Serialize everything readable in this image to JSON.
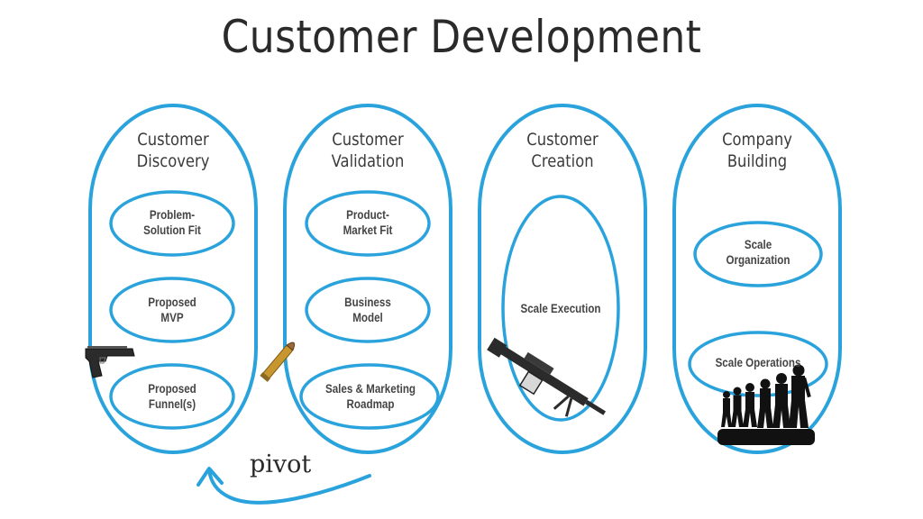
{
  "title": "Customer Development",
  "accent_color": "#2aa3dc",
  "pivot_label": "pivot",
  "stages": [
    {
      "name_line1": "Customer",
      "name_line2": "Discovery",
      "goals": [
        {
          "line1": "Problem-",
          "line2": "Solution Fit"
        },
        {
          "line1": "Proposed",
          "line2": "MVP"
        },
        {
          "line1": "Proposed",
          "line2": "Funnel(s)"
        }
      ],
      "icon": "pistol-icon"
    },
    {
      "name_line1": "Customer",
      "name_line2": "Validation",
      "goals": [
        {
          "line1": "Product-",
          "line2": "Market Fit"
        },
        {
          "line1": "Business",
          "line2": "Model"
        },
        {
          "line1": "Sales & Marketing",
          "line2": "Roadmap"
        }
      ],
      "icon": "bullet-icon"
    },
    {
      "name_line1": "Customer",
      "name_line2": "Creation",
      "goals": [
        {
          "line1": "Scale Execution",
          "line2": ""
        }
      ],
      "icon": "machine-gun-icon"
    },
    {
      "name_line1": "Company",
      "name_line2": "Building",
      "goals": [
        {
          "line1": "Scale",
          "line2": "Organization"
        },
        {
          "line1": "Scale Operations",
          "line2": ""
        }
      ],
      "icon": "soldiers-silhouette-icon"
    }
  ]
}
